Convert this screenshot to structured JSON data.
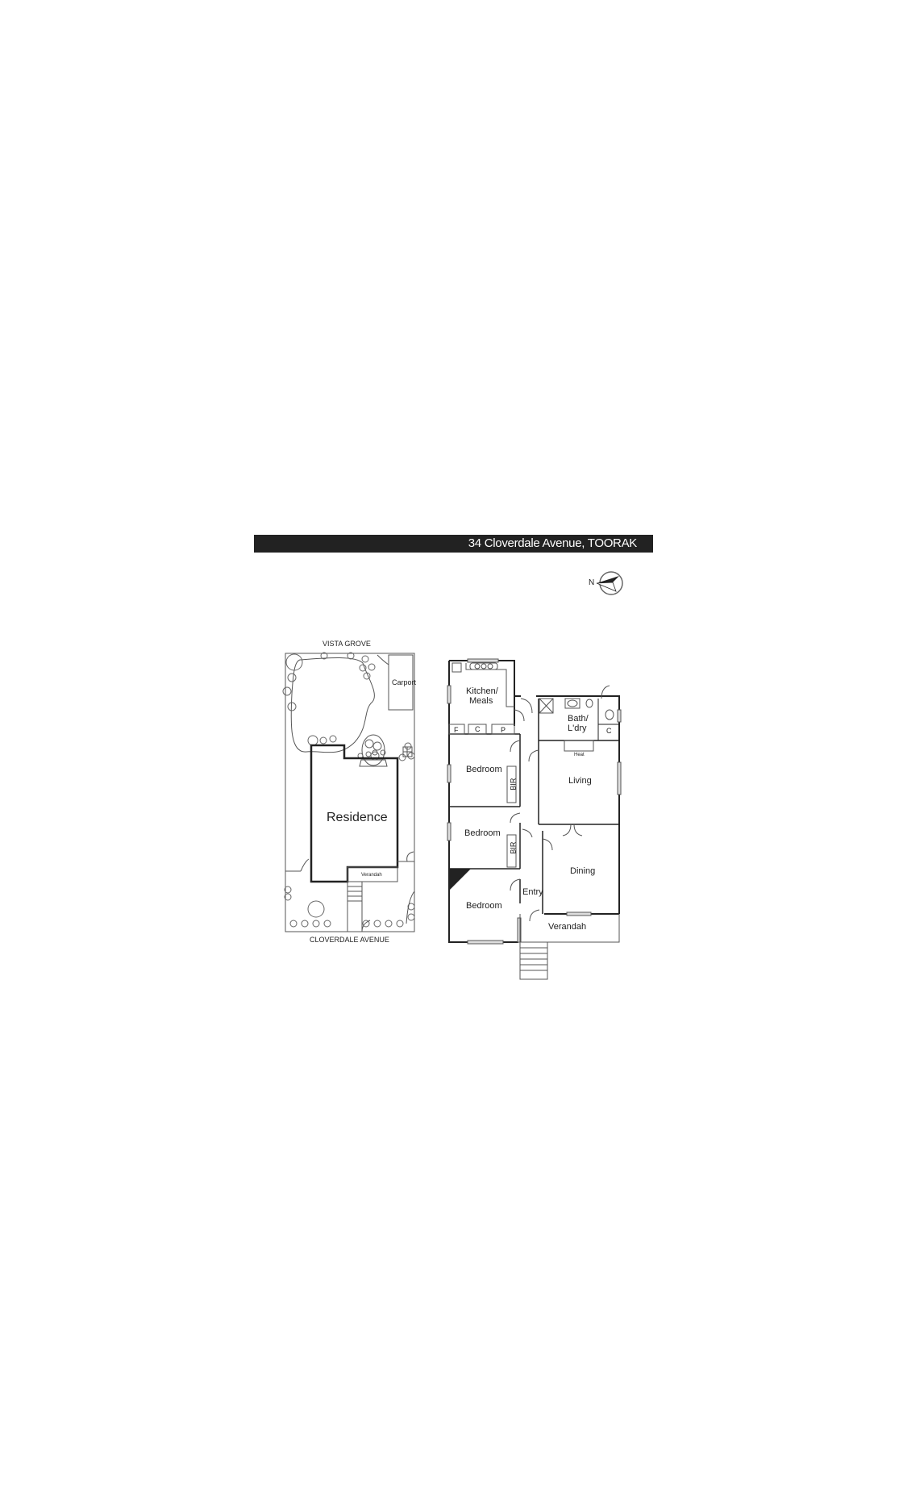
{
  "header": {
    "address": "34 Cloverdale Avenue, TOORAK",
    "banner_color": "#222222"
  },
  "compass": {
    "label": "N",
    "icon": "north-arrow-icon"
  },
  "site_plan": {
    "street_top": "VISTA GROVE",
    "street_bottom": "CLOVERDALE AVENUE",
    "labels": {
      "carport": "Carport",
      "residence": "Residence",
      "verandah": "Verandah"
    }
  },
  "floor_plan": {
    "rooms": {
      "kitchen": "Kitchen/\nMeals",
      "kitchen_line1": "Kitchen/",
      "kitchen_line2": "Meals",
      "fridge": "F",
      "cupboard": "C",
      "pantry": "P",
      "bath_line1": "Bath/",
      "bath_line2": "L'dry",
      "bath_cupboard": "C",
      "heat": "Heat",
      "living": "Living",
      "bedroom1": "Bedroom",
      "bir1": "BIR",
      "bedroom2": "Bedroom",
      "bir2": "BIR",
      "bedroom3": "Bedroom",
      "dining": "Dining",
      "entry": "Entry",
      "verandah": "Verandah"
    }
  }
}
